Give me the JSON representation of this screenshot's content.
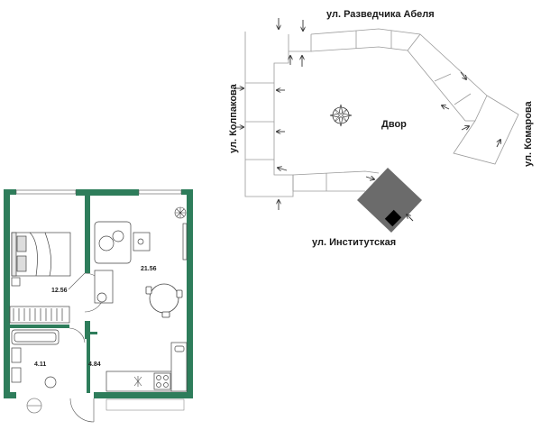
{
  "site_plan": {
    "streets": {
      "north": "ул. Разведчика Абеля",
      "west": "ул. Колпакова",
      "east": "ул. Комарова",
      "south": "ул. Институтская"
    },
    "yard_label": "Двор",
    "colors": {
      "building_highlight": "#6b6b6b",
      "entrance_marker": "#000000",
      "outline": "#9a9a9a"
    }
  },
  "floor_plan": {
    "rooms": [
      {
        "id": "bedroom",
        "area": "12.56"
      },
      {
        "id": "living-kitchen",
        "area": "21.56"
      },
      {
        "id": "bathroom",
        "area": "4.11"
      },
      {
        "id": "hallway",
        "area": "4.84"
      }
    ],
    "colors": {
      "wall": "#2e7d5b",
      "wall_dark": "#235f46",
      "furniture": "#444444"
    }
  }
}
